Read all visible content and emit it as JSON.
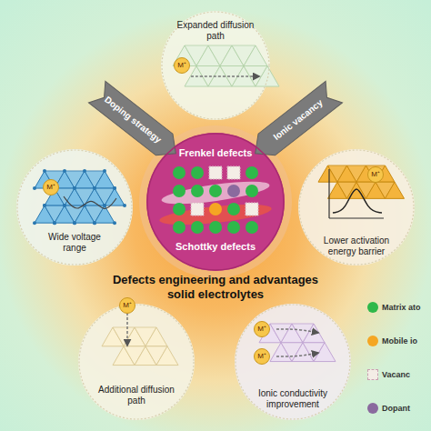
{
  "diagram": {
    "title": "Defects engineering and advantages solid electrolytes",
    "nodes": [
      {
        "text": [
          "Expanded diffusion path"
        ]
      },
      {
        "text": [
          "Doping strategy"
        ]
      },
      {
        "text": [
          "Ionic vacancy"
        ]
      },
      {
        "text": [
          "Wide voltage range"
        ]
      },
      {
        "text": [
          "Frenkel defects",
          "Schottky defects"
        ]
      },
      {
        "text": [
          "Lower activation energy barrier"
        ]
      },
      {
        "text": [
          "Additional diffusion path"
        ]
      },
      {
        "text": [
          "Ionic conductivity improvement"
        ]
      }
    ],
    "labels": [
      "M⁺",
      "M⁺",
      "M⁺",
      "M⁺",
      "M⁺",
      "M⁺"
    ],
    "legend": [
      {
        "text": "Matrix ato",
        "color": "#2fb84a"
      },
      {
        "text": "Mobile io",
        "color": "#f5a623"
      },
      {
        "text": "Vacanc",
        "color": "#f4ede6"
      },
      {
        "text": "Dopant",
        "color": "#8a6a9e"
      }
    ]
  }
}
